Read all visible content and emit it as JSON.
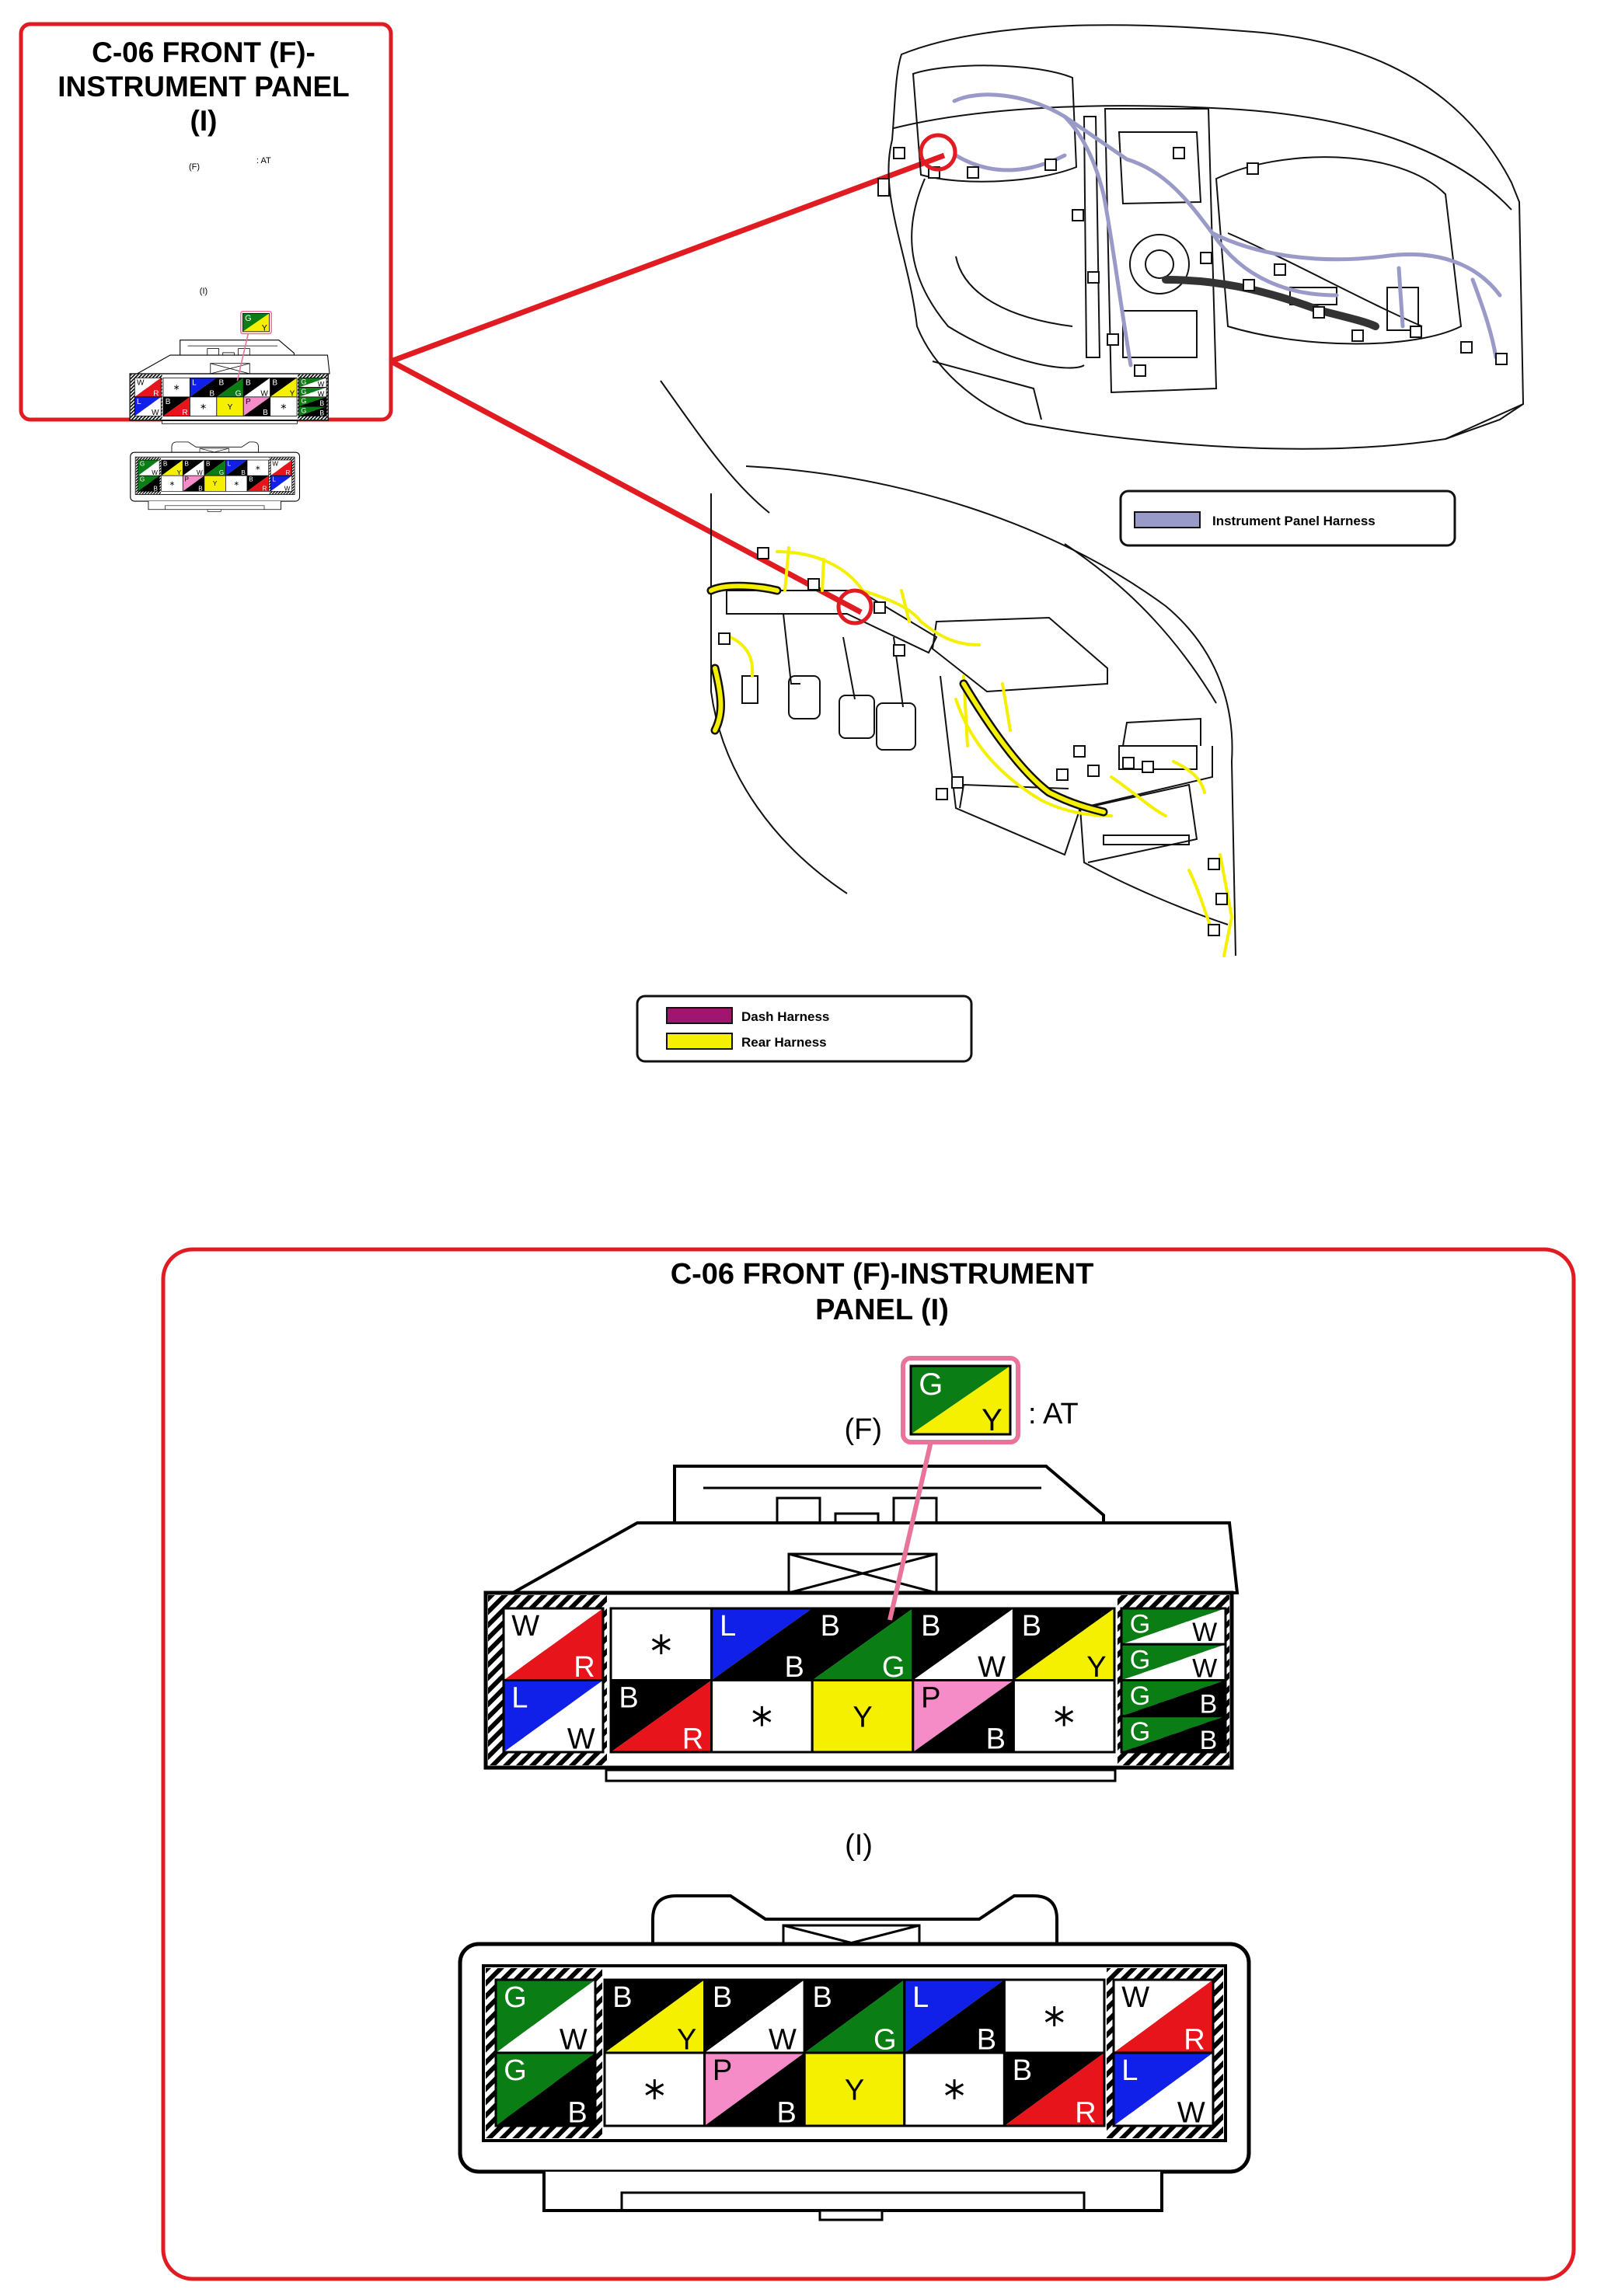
{
  "thumbnail": {
    "title_lines": [
      "C-06 FRONT (F)-",
      "INSTRUMENT PANEL",
      "(I)"
    ],
    "f_label": "(F)",
    "at_label": ": AT",
    "i_label": "(I)"
  },
  "detail": {
    "title_lines": [
      "C-06 FRONT (F)-INSTRUMENT",
      "PANEL (I)"
    ],
    "f_label": "(F)",
    "at_label": ": AT",
    "i_label": "(I)"
  },
  "legend_instrument": {
    "items": [
      {
        "label": "Instrument Panel Harness",
        "color": "#9a9ac8"
      }
    ]
  },
  "legend_dash_rear": {
    "items": [
      {
        "label": "Dash Harness",
        "color": "#a0166f"
      },
      {
        "label": "Rear Harness",
        "color": "#f5f000"
      }
    ]
  },
  "accent_colors": {
    "frame_red": "#e01b22",
    "pointer_pink": "#e8749a"
  },
  "wire_colors": {
    "W": "#ffffff",
    "R": "#e8141c",
    "L": "#1020e8",
    "B": "#000000",
    "G": "#0a7d14",
    "Y": "#f5f000",
    "P": "#f58cc8"
  },
  "at_pin": {
    "a": "G",
    "b": "Y"
  },
  "connector_f": {
    "left_block": [
      [
        "W",
        "R"
      ],
      [
        "L",
        "W"
      ]
    ],
    "main_rows": [
      [
        [
          "*"
        ],
        [
          "L",
          "B"
        ],
        [
          "B",
          "G"
        ],
        [
          "B",
          "W"
        ],
        [
          "B",
          "Y"
        ]
      ],
      [
        [
          "B",
          "R"
        ],
        [
          "*"
        ],
        [
          "Y"
        ],
        [
          "P",
          "B"
        ],
        [
          "*"
        ]
      ]
    ],
    "right_block": [
      [
        "G",
        "W"
      ],
      [
        "G",
        "W"
      ],
      [
        "G",
        "B"
      ],
      [
        "G",
        "B"
      ]
    ]
  },
  "connector_i": {
    "left_block": [
      [
        "G",
        "W"
      ],
      [
        "G",
        "B"
      ]
    ],
    "main_rows": [
      [
        [
          "B",
          "Y"
        ],
        [
          "B",
          "W"
        ],
        [
          "B",
          "G"
        ],
        [
          "L",
          "B"
        ],
        [
          "*"
        ]
      ],
      [
        [
          "*"
        ],
        [
          "P",
          "B"
        ],
        [
          "Y"
        ],
        [
          "*"
        ],
        [
          "B",
          "R"
        ]
      ]
    ],
    "right_block": [
      [
        "W",
        "R"
      ],
      [
        "L",
        "W"
      ]
    ]
  }
}
